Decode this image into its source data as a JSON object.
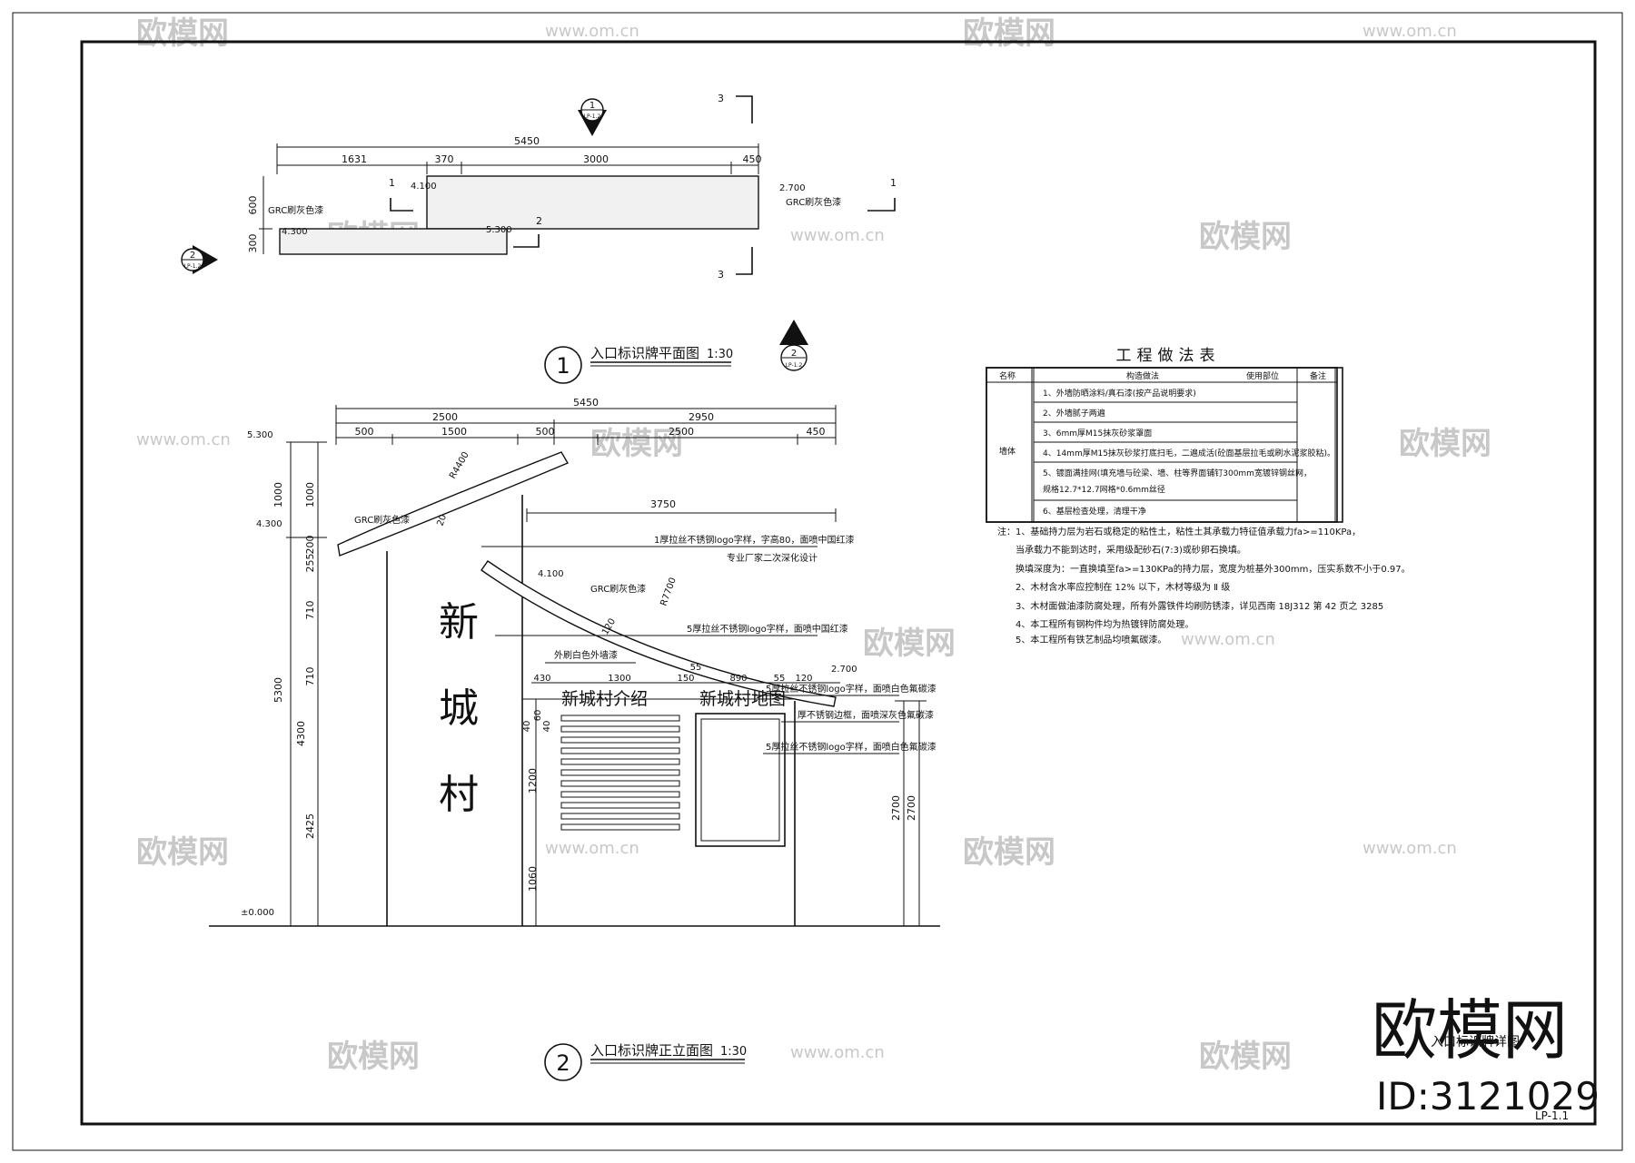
{
  "plan": {
    "title": "入口标识牌平面图",
    "scale": "1:30",
    "index": "1",
    "ref_top": {
      "num": "1",
      "sheet": "LP-1.2"
    },
    "ref_left": {
      "num": "2",
      "sheet": "LP-1.2"
    },
    "section_marks": [
      "1",
      "1",
      "2",
      "3",
      "3"
    ],
    "dims_total": "5450",
    "dims": [
      "1631",
      "370",
      "3000",
      "450"
    ],
    "dims_vertical": [
      "600",
      "300"
    ],
    "levels": [
      "4.100",
      "2.700",
      "4.300",
      "5.300"
    ],
    "grc_labels": [
      "GRC刷灰色漆",
      "GRC刷灰色漆"
    ]
  },
  "elevation": {
    "title": "入口标识牌正立面图",
    "scale": "1:30",
    "index": "2",
    "ref_top": {
      "num": "2",
      "sheet": "LP-1.2"
    },
    "dim_total": "5450",
    "dim_row2": [
      "2500",
      "2950"
    ],
    "dim_row3": [
      "500",
      "1500",
      "500",
      "2500",
      "450"
    ],
    "dim_3750": "3750",
    "left_dims_outer": [
      "1000",
      "5300"
    ],
    "left_dims_inner": [
      "1000",
      "255",
      "200",
      "710",
      "710",
      "4300",
      "2425"
    ],
    "right_dims": [
      "2700",
      "2700"
    ],
    "mid_dims": [
      "40",
      "60",
      "40",
      "1200",
      "1060"
    ],
    "top_dims": [
      "430",
      "1300",
      "150",
      "55",
      "890",
      "55",
      "120"
    ],
    "radius_labels": [
      "R4400",
      "R7700"
    ],
    "small_dims": [
      "20",
      "120"
    ],
    "levels": [
      "5.300",
      "4.300",
      "4.100",
      "2.700",
      "±0.000"
    ],
    "village_chars": [
      "新",
      "城",
      "村"
    ],
    "panel_left": "新城村介绍",
    "panel_right": "新城村地图",
    "annotations": [
      "1厚拉丝不锈钢logo字样，字高80，面喷中国红漆",
      "专业厂家二次深化设计",
      "GRC刷灰色漆",
      "GRC刷灰色漆",
      "5厚拉丝不锈钢logo字样，面喷中国红漆",
      "外刷白色外墙漆",
      "5厚拉丝不锈钢logo字样，面喷白色氟碳漆",
      "厚不锈钢边框，面喷深灰色氟碳漆",
      "5厚拉丝不锈钢logo字样，面喷白色氟碳漆"
    ]
  },
  "table": {
    "title": "工程做法表",
    "headers": [
      "名称",
      "构造做法",
      "使用部位",
      "备注"
    ],
    "row_name": "墙体",
    "rows": [
      "1、外墙防晒涂料/真石漆(按产品说明要求)",
      "2、外墙腻子两遍",
      "3、6mm厚M15抹灰砂浆罩面",
      "4、14mm厚M15抹灰砂浆打底扫毛，二遍成活(砼面基层拉毛或刷水泥浆胶粘)。",
      "5、镀面满挂网(填充墙与砼梁、墙、柱等界面铺钉300mm宽镀锌钢丝网，",
      "规格12.7*12.7网格*0.6mm丝径",
      "6、基层检查处理，清理干净"
    ]
  },
  "notes": [
    "注：1、基础持力层为岩石或稳定的粘性土，粘性土其承载力特征值承载力fa>=110KPa，",
    "当承载力不能到达时，采用级配砂石(7:3)或砂卵石换填。",
    "换填深度为：一直换填至fa>=130KPa的持力层，宽度为桩基外300mm，压实系数不小于0.97。",
    "2、木材含水率应控制在 12% 以下，木材等级为 Ⅱ 级",
    "3、木材面做油漆防腐处理，所有外露铁件均刷防锈漆，详见西南 18J312 第 42 页之 3285",
    "4、本工程所有钢构件均为热镀锌防腐处理。",
    "5、本工程所有铁艺制品均喷氟碳漆。"
  ],
  "titleblock": {
    "drawing_name": "入口标识牌详图",
    "sheet": "LP-1.1"
  },
  "watermark": {
    "brand": "欧模网",
    "url": "www.om.cn",
    "id": "ID:3121029"
  }
}
